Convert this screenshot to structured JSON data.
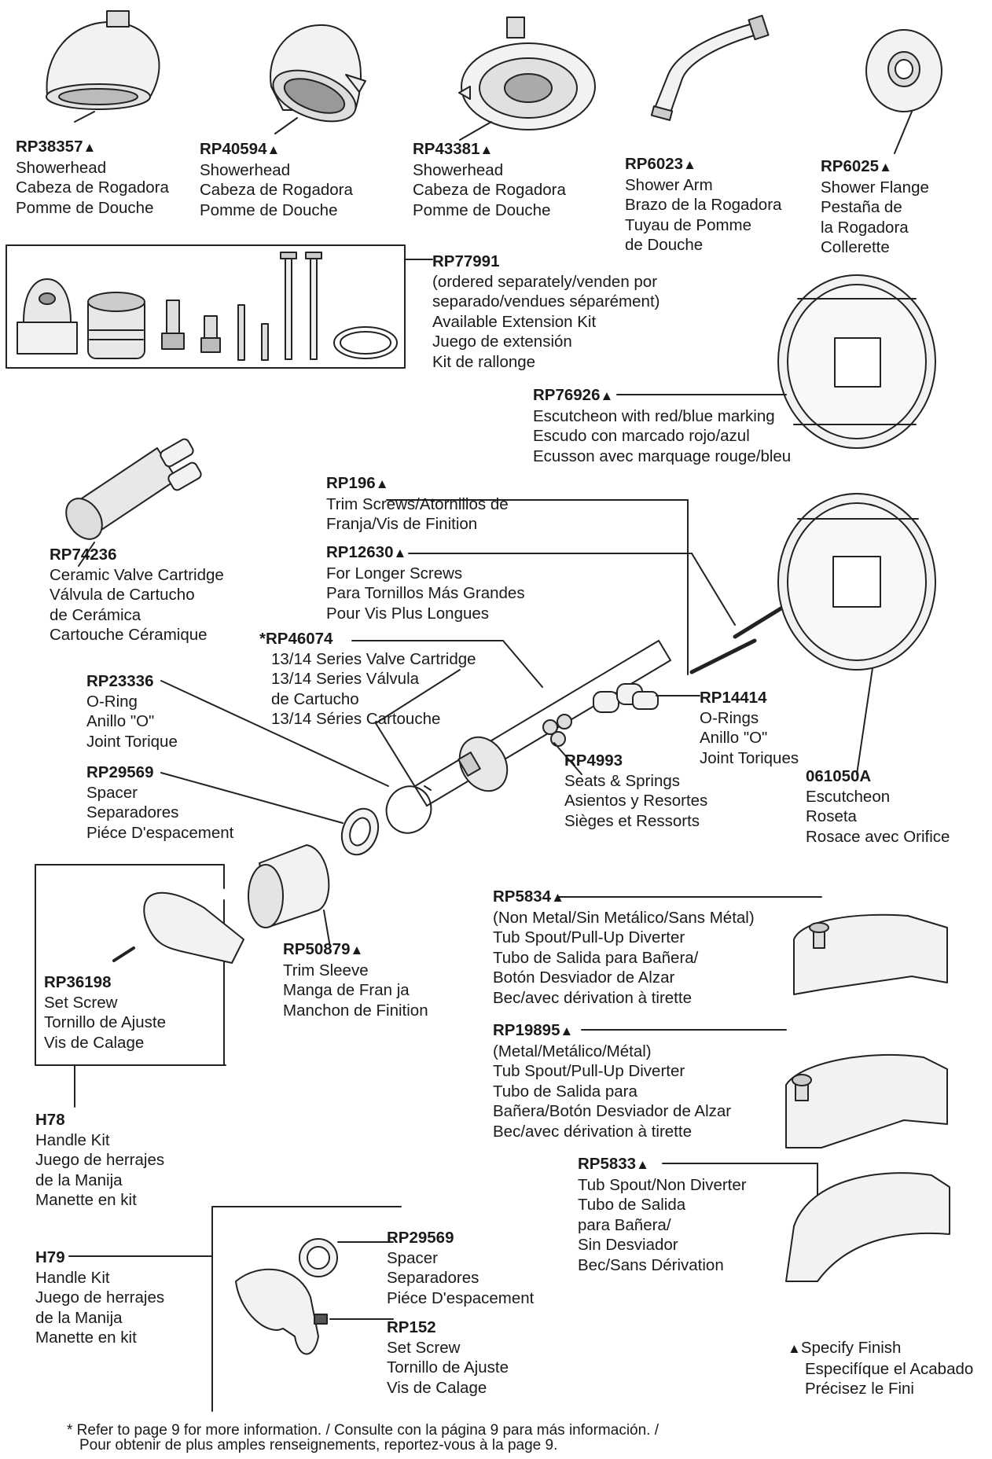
{
  "specify_symbol": "▲",
  "parts": [
    {
      "id": "sh1",
      "number": "RP38357",
      "specify": true,
      "lines": [
        "Showerhead",
        "Cabeza de Rogadora",
        "Pomme de Douche"
      ]
    },
    {
      "id": "sh2",
      "number": "RP40594",
      "specify": true,
      "lines": [
        "Showerhead",
        "Cabeza de Rogadora",
        "Pomme de Douche"
      ]
    },
    {
      "id": "sh3",
      "number": "RP43381",
      "specify": true,
      "lines": [
        "Showerhead",
        "Cabeza de Rogadora",
        "Pomme de Douche"
      ]
    },
    {
      "id": "arm",
      "number": "RP6023",
      "specify": true,
      "lines": [
        "Shower Arm",
        "Brazo de la Rogadora",
        "Tuyau de Pomme",
        "de Douche"
      ]
    },
    {
      "id": "flange",
      "number": "RP6025",
      "specify": true,
      "lines": [
        "Shower Flange",
        "Pestaña de",
        "la Rogadora",
        "Collerette"
      ]
    },
    {
      "id": "ext",
      "number": "RP77991",
      "specify": false,
      "lines": [
        "(ordered separately/venden por",
        "separado/vendues séparément)",
        "Available Extension Kit",
        "Juego de extensión",
        "Kit de rallonge"
      ]
    },
    {
      "id": "esc1",
      "number": "RP76926",
      "specify": true,
      "lines": [
        "Escutcheon with red/blue marking",
        "Escudo con marcado rojo/azul",
        "Ecusson avec marquage rouge/bleu"
      ]
    },
    {
      "id": "screws",
      "number": "RP196",
      "specify": true,
      "lines": [
        "Trim Screws/Atornillos de",
        "Franja/Vis de Finition"
      ]
    },
    {
      "id": "longscrews",
      "number": "RP12630",
      "specify": true,
      "lines": [
        "For Longer Screws",
        "Para Tornillos Más Grandes",
        "Pour Vis Plus Longues"
      ]
    },
    {
      "id": "cart1",
      "number": "RP74236",
      "specify": false,
      "lines": [
        "Ceramic Valve Cartridge",
        "Válvula de Cartucho",
        "de Cerámica",
        "Cartouche Céramique"
      ]
    },
    {
      "id": "cart2",
      "number": "*RP46074",
      "specify": false,
      "lines": [
        "13/14 Series Valve Cartridge",
        "13/14 Series Válvula",
        "de Cartucho",
        "13/14 Séries Cartouche"
      ]
    },
    {
      "id": "oring",
      "number": "RP23336",
      "specify": false,
      "lines": [
        "O-Ring",
        "Anillo \"O\"",
        "Joint Torique"
      ]
    },
    {
      "id": "spacer1",
      "number": "RP29569",
      "specify": false,
      "lines": [
        "Spacer",
        "Separadores",
        "Piéce D'espacement"
      ]
    },
    {
      "id": "orings",
      "number": "RP14414",
      "specify": false,
      "lines": [
        "O-Rings",
        "Anillo \"O\"",
        "Joint Toriques"
      ]
    },
    {
      "id": "seats",
      "number": "RP4993",
      "specify": false,
      "lines": [
        "Seats & Springs",
        "Asientos y Resortes",
        "Sièges et Ressorts"
      ]
    },
    {
      "id": "esc2",
      "number": "061050A",
      "specify": false,
      "lines": [
        "Escutcheon",
        "Roseta",
        "Rosace avec Orifice"
      ]
    },
    {
      "id": "spout1",
      "number": "RP5834",
      "specify": true,
      "lines": [
        "(Non Metal/Sin Metálico/Sans Métal)",
        "Tub Spout/Pull-Up Diverter",
        "Tubo de Salida para Bañera/",
        "Botón Desviador de Alzar",
        "Bec/avec dérivation à tirette"
      ]
    },
    {
      "id": "setscrew1",
      "number": "RP36198",
      "specify": false,
      "lines": [
        "Set Screw",
        "Tornillo de Ajuste",
        "Vis de Calage"
      ]
    },
    {
      "id": "sleeve",
      "number": "RP50879",
      "specify": true,
      "lines": [
        "Trim Sleeve",
        "Manga de Fran ja",
        "Manchon de Finition"
      ]
    },
    {
      "id": "spout2",
      "number": "RP19895",
      "specify": true,
      "lines": [
        "(Metal/Metálico/Métal)",
        "Tub Spout/Pull-Up Diverter",
        "Tubo de Salida para",
        "Bañera/Botón Desviador de Alzar",
        "Bec/avec dérivation à tirette"
      ]
    },
    {
      "id": "h78",
      "number": "H78",
      "specify": false,
      "lines": [
        "Handle Kit",
        "Juego de herrajes",
        "de la Manija",
        "Manette en kit"
      ]
    },
    {
      "id": "spout3",
      "number": "RP5833",
      "specify": true,
      "lines": [
        "Tub Spout/Non Diverter",
        "Tubo de Salida",
        "para Bañera/",
        "Sin Desviador",
        "Bec/Sans Dérivation"
      ]
    },
    {
      "id": "spacer2",
      "number": "RP29569",
      "specify": false,
      "lines": [
        "Spacer",
        "Separadores",
        "Piéce D'espacement"
      ]
    },
    {
      "id": "h79",
      "number": "H79",
      "specify": false,
      "lines": [
        "Handle Kit",
        "Juego de herrajes",
        "de la Manija",
        "Manette en kit"
      ]
    },
    {
      "id": "setscrew2",
      "number": "RP152",
      "specify": false,
      "lines": [
        "Set Screw",
        "Tornillo de Ajuste",
        "Vis de Calage"
      ]
    }
  ],
  "legend": {
    "lines": [
      "Specify Finish",
      "Especifíque el Acabado",
      "Précisez le Fini"
    ]
  },
  "footnote": {
    "lines": [
      "* Refer to page 9 for more information. / Consulte con la página 9 para más información. /",
      "Pour obtenir de plus amples renseignements, reportez-vous à la page 9."
    ]
  }
}
